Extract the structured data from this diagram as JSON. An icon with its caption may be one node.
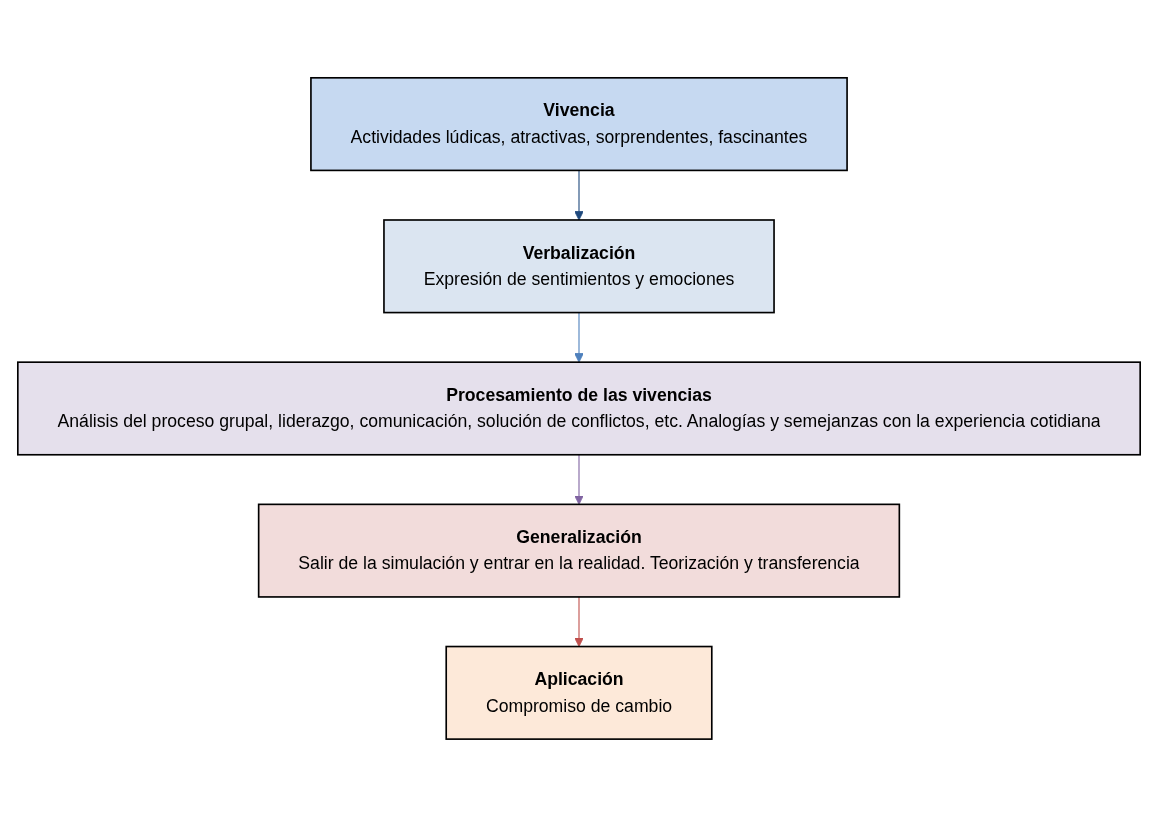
{
  "diagram": {
    "nodes": [
      {
        "text": [
          "Vivencia",
          "Actividades lúdicas, atractivas, sorprendentes, fascinantes"
        ]
      },
      {
        "text": [
          "Verbalización",
          "Expresión de sentimientos y emociones"
        ]
      },
      {
        "text": [
          "Procesamiento de las vivencias",
          "Análisis del proceso grupal, liderazgo, comunicación, solución de conflictos, etc. Analogías y semejanzas con la experiencia cotidiana"
        ]
      },
      {
        "text": [
          "Generalización",
          "Salir de la simulación y entrar en la realidad. Teorización y transferencia"
        ]
      },
      {
        "text": [
          "Aplicación",
          "Compromiso de cambio"
        ]
      }
    ],
    "edges": [
      {
        "from": 0,
        "to": 1,
        "arrow": "to",
        "color": "#1f497d"
      },
      {
        "from": 1,
        "to": 2,
        "arrow": "to",
        "color": "#4f81bd"
      },
      {
        "from": 2,
        "to": 3,
        "arrow": "to",
        "color": "#8064a2"
      },
      {
        "from": 3,
        "to": 4,
        "arrow": "to",
        "color": "#c0504d"
      }
    ]
  }
}
